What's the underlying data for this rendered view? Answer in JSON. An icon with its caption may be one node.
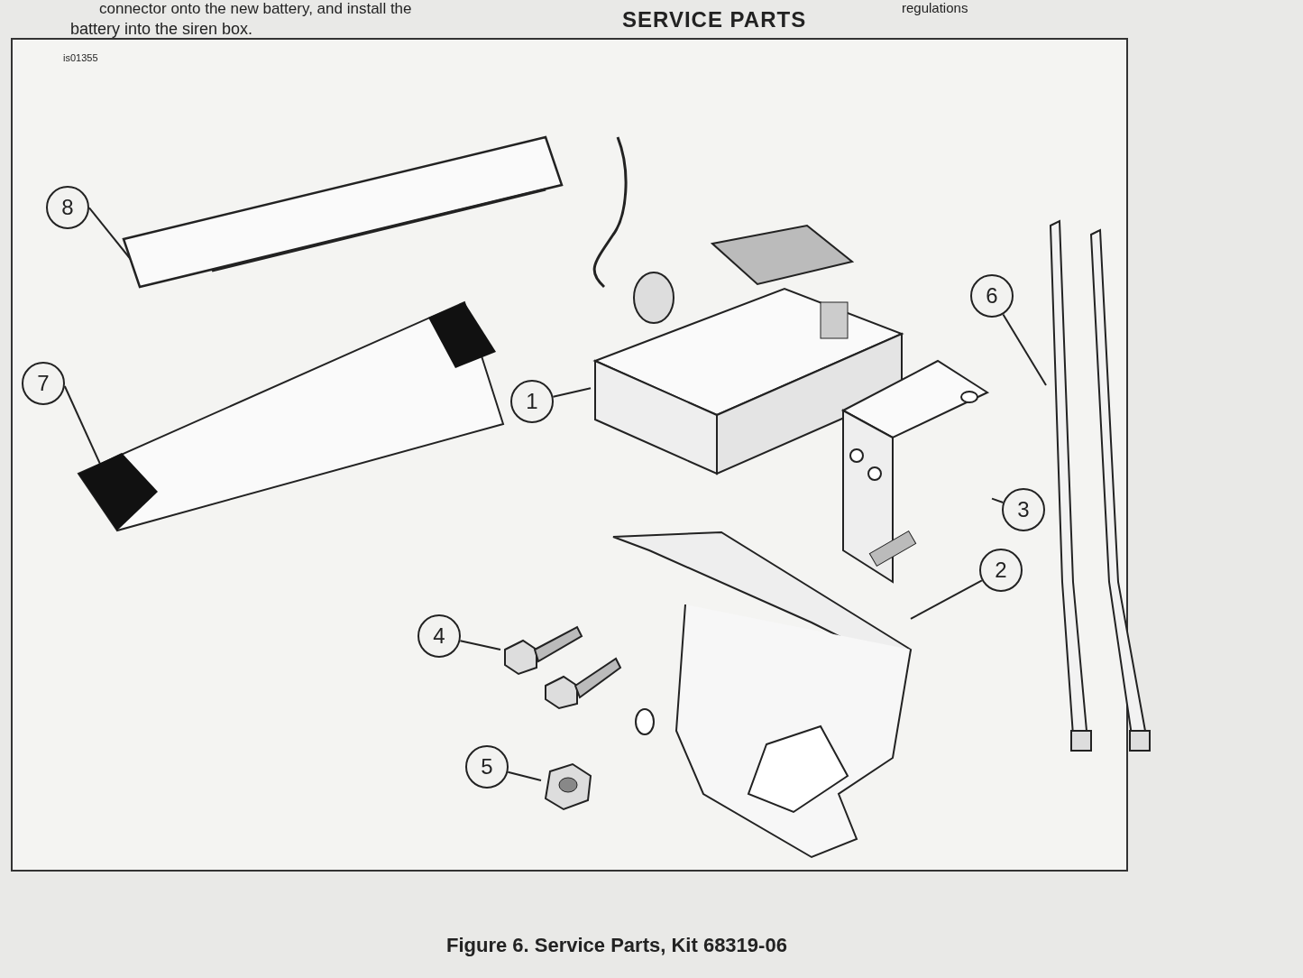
{
  "diagram": {
    "title": "SERVICE PARTS",
    "caption": "Figure 6. Service Parts, Kit 68319-06",
    "nodes": [
      {
        "text": [
          "1"
        ]
      },
      {
        "text": [
          "2"
        ]
      },
      {
        "text": [
          "3"
        ]
      },
      {
        "text": [
          "4"
        ]
      },
      {
        "text": [
          "5"
        ]
      },
      {
        "text": [
          "6"
        ]
      },
      {
        "text": [
          "7"
        ]
      },
      {
        "text": [
          "8"
        ]
      },
      {
        "text": [],
        "shape": "picture"
      },
      {
        "text": [],
        "shape": "picture"
      },
      {
        "text": [],
        "shape": "picture"
      },
      {
        "text": [],
        "shape": "picture"
      },
      {
        "text": [],
        "shape": "picture"
      },
      {
        "text": [],
        "shape": "picture"
      },
      {
        "text": [],
        "shape": "picture"
      },
      {
        "text": [],
        "shape": "picture"
      }
    ],
    "edges": [
      {
        "from": 0,
        "to": 8,
        "arrow": "none"
      },
      {
        "from": 1,
        "to": 9,
        "arrow": "none"
      },
      {
        "from": 2,
        "to": 10,
        "arrow": "none"
      },
      {
        "from": 3,
        "to": 11,
        "arrow": "none"
      },
      {
        "from": 4,
        "to": 12,
        "arrow": "none"
      },
      {
        "from": 5,
        "to": 13,
        "arrow": "none"
      },
      {
        "from": 6,
        "to": 14,
        "arrow": "none"
      },
      {
        "from": 7,
        "to": 15,
        "arrow": "none"
      }
    ],
    "labels": [
      "connector onto the new battery, and install the",
      "battery into the siren box.",
      "regulations",
      "is01355"
    ]
  }
}
